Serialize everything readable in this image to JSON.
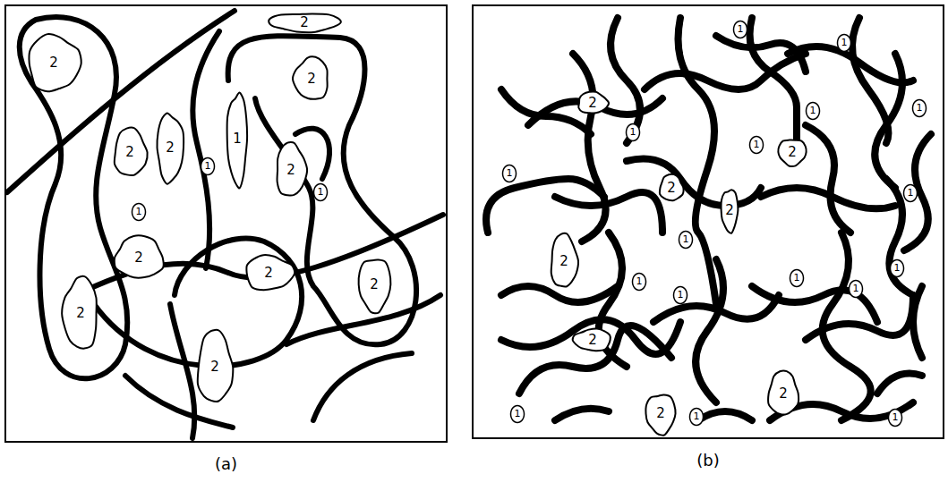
{
  "diagram": {
    "nodes": [
      {
        "text": [
          "(a)"
        ]
      },
      {
        "text": [
          "2"
        ],
        "in": 0
      },
      {
        "text": [
          "2"
        ],
        "in": 0
      },
      {
        "text": [
          "2"
        ],
        "in": 0
      },
      {
        "text": [
          "2"
        ],
        "in": 0
      },
      {
        "text": [
          "2"
        ],
        "in": 0
      },
      {
        "text": [
          "1"
        ],
        "in": 0
      },
      {
        "text": [
          "1"
        ],
        "in": 0
      },
      {
        "text": [
          "2"
        ],
        "in": 0
      },
      {
        "text": [
          "1"
        ],
        "in": 0
      },
      {
        "text": [
          "1"
        ],
        "in": 0
      },
      {
        "text": [
          "2"
        ],
        "in": 0
      },
      {
        "text": [
          "2"
        ],
        "in": 0
      },
      {
        "text": [
          "2"
        ],
        "in": 0
      },
      {
        "text": [
          "2"
        ],
        "in": 0
      },
      {
        "text": [
          "2"
        ],
        "in": 0
      },
      {
        "text": [
          "(b)"
        ]
      },
      {
        "text": [
          "1"
        ],
        "in": 16
      },
      {
        "text": [
          "1"
        ],
        "in": 16
      },
      {
        "text": [
          "2"
        ],
        "in": 16
      },
      {
        "text": [
          "1"
        ],
        "in": 16
      },
      {
        "text": [
          "1"
        ],
        "in": 16
      },
      {
        "text": [
          "1"
        ],
        "in": 16
      },
      {
        "text": [
          "1"
        ],
        "in": 16
      },
      {
        "text": [
          "2"
        ],
        "in": 16
      },
      {
        "text": [
          "1"
        ],
        "in": 16
      },
      {
        "text": [
          "2"
        ],
        "in": 16
      },
      {
        "text": [
          "1"
        ],
        "in": 16
      },
      {
        "text": [
          "2"
        ],
        "in": 16
      },
      {
        "text": [
          "1"
        ],
        "in": 16
      },
      {
        "text": [
          "2"
        ],
        "in": 16
      },
      {
        "text": [
          "1"
        ],
        "in": 16
      },
      {
        "text": [
          "1"
        ],
        "in": 16
      },
      {
        "text": [
          "1"
        ],
        "in": 16
      },
      {
        "text": [
          "1"
        ],
        "in": 16
      },
      {
        "text": [
          "1"
        ],
        "in": 16
      },
      {
        "text": [
          "2"
        ],
        "in": 16
      },
      {
        "text": [
          "2"
        ],
        "in": 16
      },
      {
        "text": [
          "1"
        ],
        "in": 16
      },
      {
        "text": [
          "2"
        ],
        "in": 16
      },
      {
        "text": [
          "1"
        ],
        "in": 16
      },
      {
        "text": [
          "1"
        ],
        "in": 16
      }
    ]
  }
}
